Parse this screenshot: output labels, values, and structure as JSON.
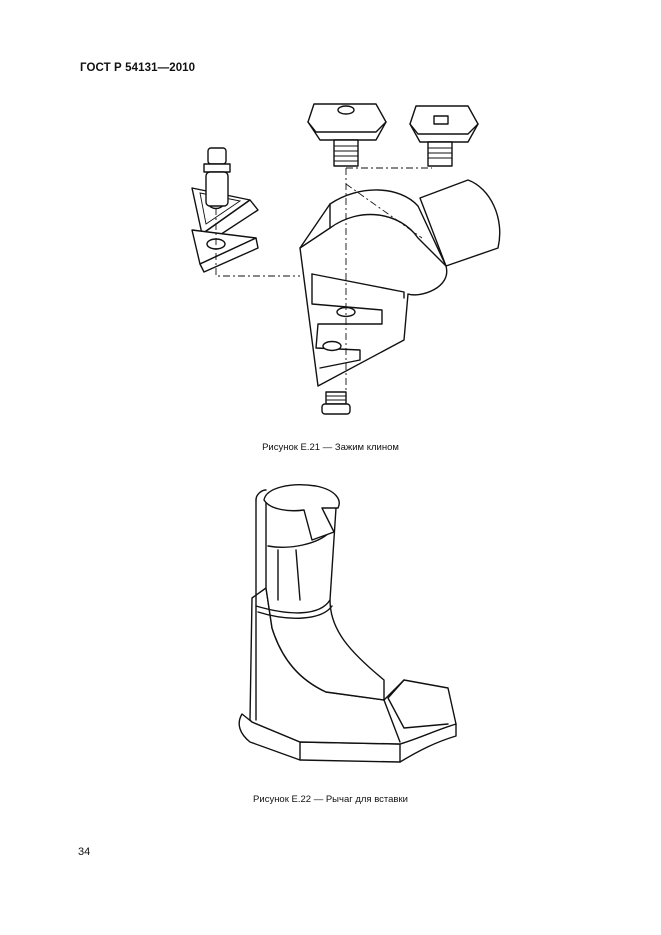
{
  "header": {
    "standard": "ГОСТ Р 54131—2010"
  },
  "figures": [
    {
      "caption": "Рисунок Е.21 — Зажим клином"
    },
    {
      "caption": "Рисунок Е.22 — Рычаг для вставки"
    }
  ],
  "footer": {
    "page_number": "34"
  }
}
